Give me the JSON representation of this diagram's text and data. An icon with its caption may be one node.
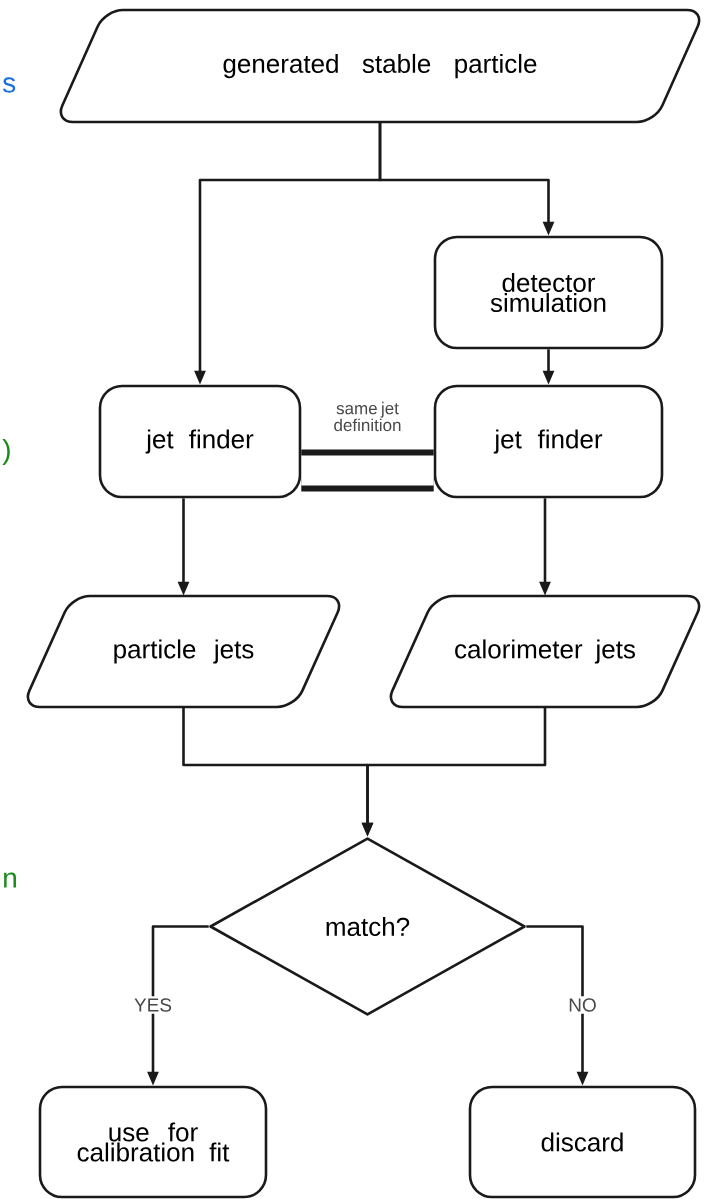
{
  "diagram": {
    "nodes": [
      {
        "text": [
          "generated stable particle"
        ]
      },
      {
        "text": [
          "detector simulation"
        ]
      },
      {
        "text": [
          "jet finder"
        ]
      },
      {
        "text": [
          "jet finder"
        ]
      },
      {
        "text": [
          "particle jets"
        ]
      },
      {
        "text": [
          "calorimeter jets"
        ]
      },
      {
        "text": [
          "match?"
        ]
      },
      {
        "text": [
          "use for calibration fit"
        ]
      },
      {
        "text": [
          "discard"
        ]
      }
    ],
    "edges": [
      {
        "from": 0,
        "to": 2,
        "arrow": "to"
      },
      {
        "from": 0,
        "to": 1,
        "arrow": "to"
      },
      {
        "from": 1,
        "to": 3,
        "arrow": "to"
      },
      {
        "from": 2,
        "to": 3,
        "arrow": "none",
        "label": "same jet definition",
        "style": "thick"
      },
      {
        "from": 2,
        "to": 4,
        "arrow": "to"
      },
      {
        "from": 3,
        "to": 5,
        "arrow": "to"
      },
      {
        "from": 4,
        "to": 6,
        "arrow": "to"
      },
      {
        "from": 5,
        "to": 6,
        "arrow": "to"
      },
      {
        "from": 6,
        "to": 7,
        "arrow": "to",
        "label": "YES"
      },
      {
        "from": 6,
        "to": 8,
        "arrow": "to",
        "label": "NO"
      }
    ],
    "labels": [
      "s",
      ")",
      "n"
    ]
  }
}
